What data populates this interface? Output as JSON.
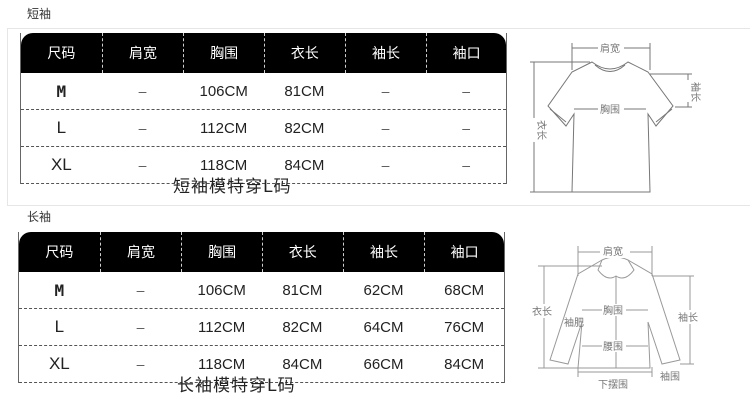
{
  "short_sleeve": {
    "section_title": "短袖",
    "headers": [
      "尺码",
      "肩宽",
      "胸围",
      "衣长",
      "袖长",
      "袖口"
    ],
    "rows": [
      {
        "size": "M",
        "shoulder": "–",
        "chest": "106CM",
        "length": "81CM",
        "sleeve": "–",
        "cuff": "–"
      },
      {
        "size": "L",
        "shoulder": "–",
        "chest": "112CM",
        "length": "82CM",
        "sleeve": "–",
        "cuff": "–"
      },
      {
        "size": "XL",
        "shoulder": "–",
        "chest": "118CM",
        "length": "84CM",
        "sleeve": "–",
        "cuff": "–"
      }
    ],
    "caption": "短袖模特穿L码",
    "diagram_labels": {
      "shoulder": "肩宽",
      "chest": "胸围",
      "length": "衣长",
      "sleeve": "袖长"
    }
  },
  "long_sleeve": {
    "section_title": "长袖",
    "headers": [
      "尺码",
      "肩宽",
      "胸围",
      "衣长",
      "袖长",
      "袖口"
    ],
    "rows": [
      {
        "size": "M",
        "shoulder": "–",
        "chest": "106CM",
        "length": "81CM",
        "sleeve": "62CM",
        "cuff": "68CM"
      },
      {
        "size": "L",
        "shoulder": "–",
        "chest": "112CM",
        "length": "82CM",
        "sleeve": "64CM",
        "cuff": "76CM"
      },
      {
        "size": "XL",
        "shoulder": "–",
        "chest": "118CM",
        "length": "84CM",
        "sleeve": "66CM",
        "cuff": "84CM"
      }
    ],
    "caption": "长袖模特穿L码",
    "diagram_labels": {
      "shoulder": "肩宽",
      "chest": "胸围",
      "waist": "腰围",
      "length": "衣长",
      "sleeve": "袖长",
      "bicep": "袖肥",
      "hem": "下摆围",
      "cuff": "袖围"
    }
  }
}
